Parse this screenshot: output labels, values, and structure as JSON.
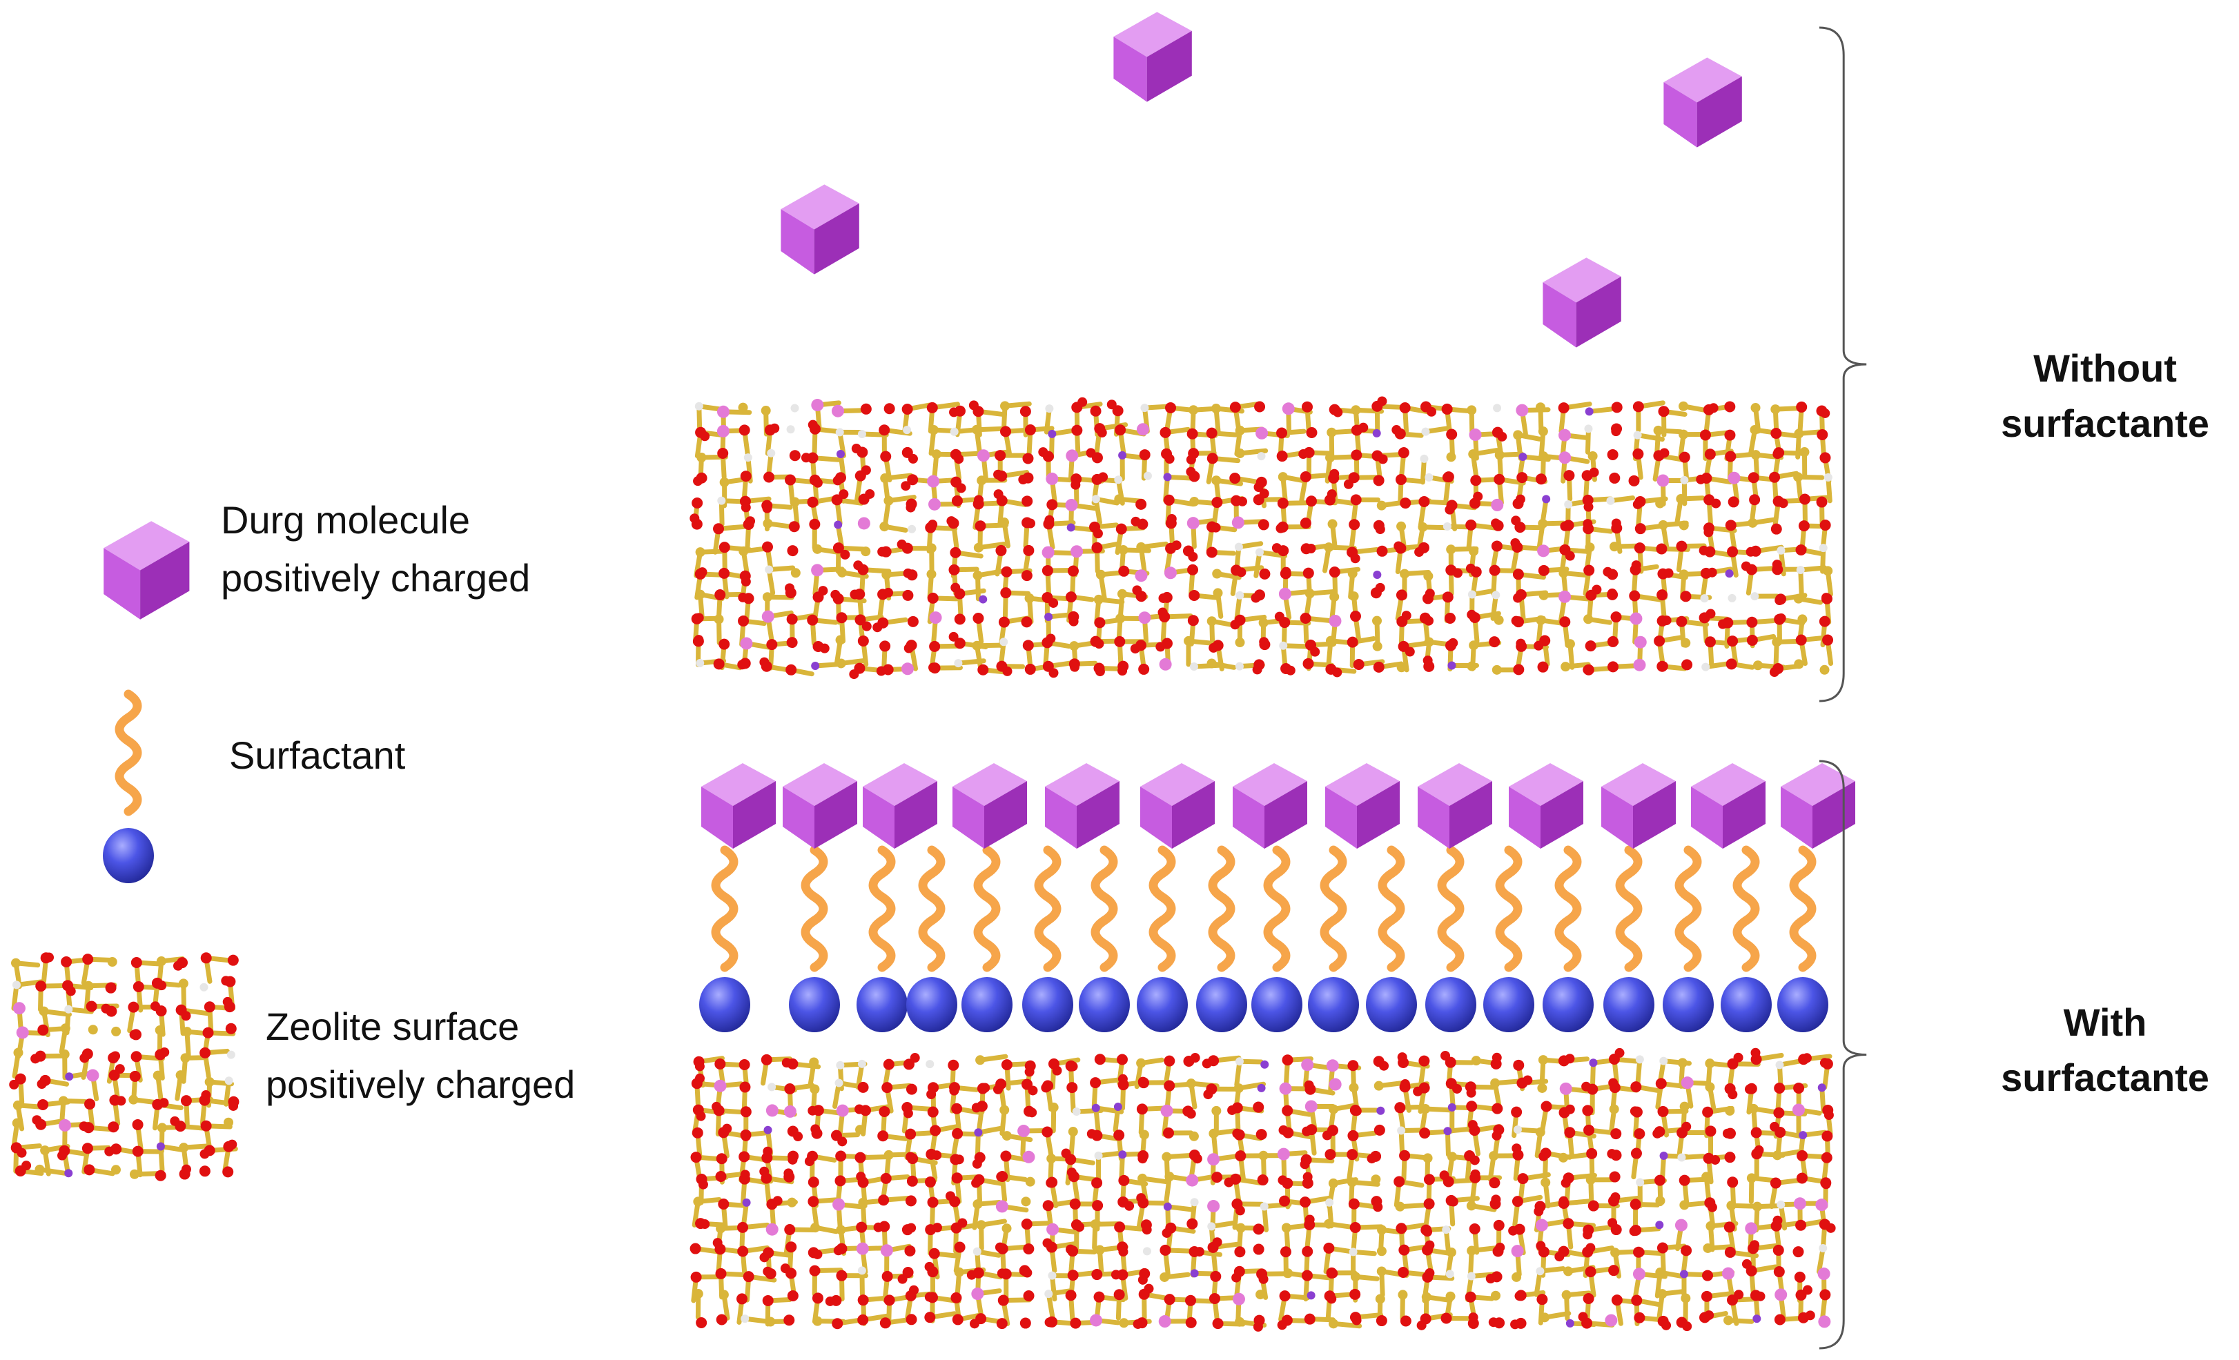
{
  "legend": {
    "drug": {
      "line1": "Durg molecule",
      "line2": "positively charged",
      "icon": "purple-cube-icon"
    },
    "surfactant": {
      "label": "Surfactant",
      "icon": "surfactant-icon"
    },
    "zeolite": {
      "line1": "Zeolite surface",
      "line2": "positively charged",
      "icon": "zeolite-lattice-icon"
    }
  },
  "groups": {
    "without": {
      "line1": "Without",
      "line2": "surfactante"
    },
    "with": {
      "line1": "With",
      "line2": "surfactante"
    }
  },
  "colors": {
    "drug_top": "#e39df2",
    "drug_left": "#c65ce0",
    "drug_right": "#9c2fb7",
    "surfactant_tail": "#f6a54a",
    "surfactant_head": "#4c55e6",
    "oxygen": "#e01010",
    "silicon": "#d9b53a",
    "aluminium": "#e37ad6",
    "cation": "#8a3fd1",
    "hydrogen": "#e6e6e6",
    "bracket": "#555555"
  }
}
